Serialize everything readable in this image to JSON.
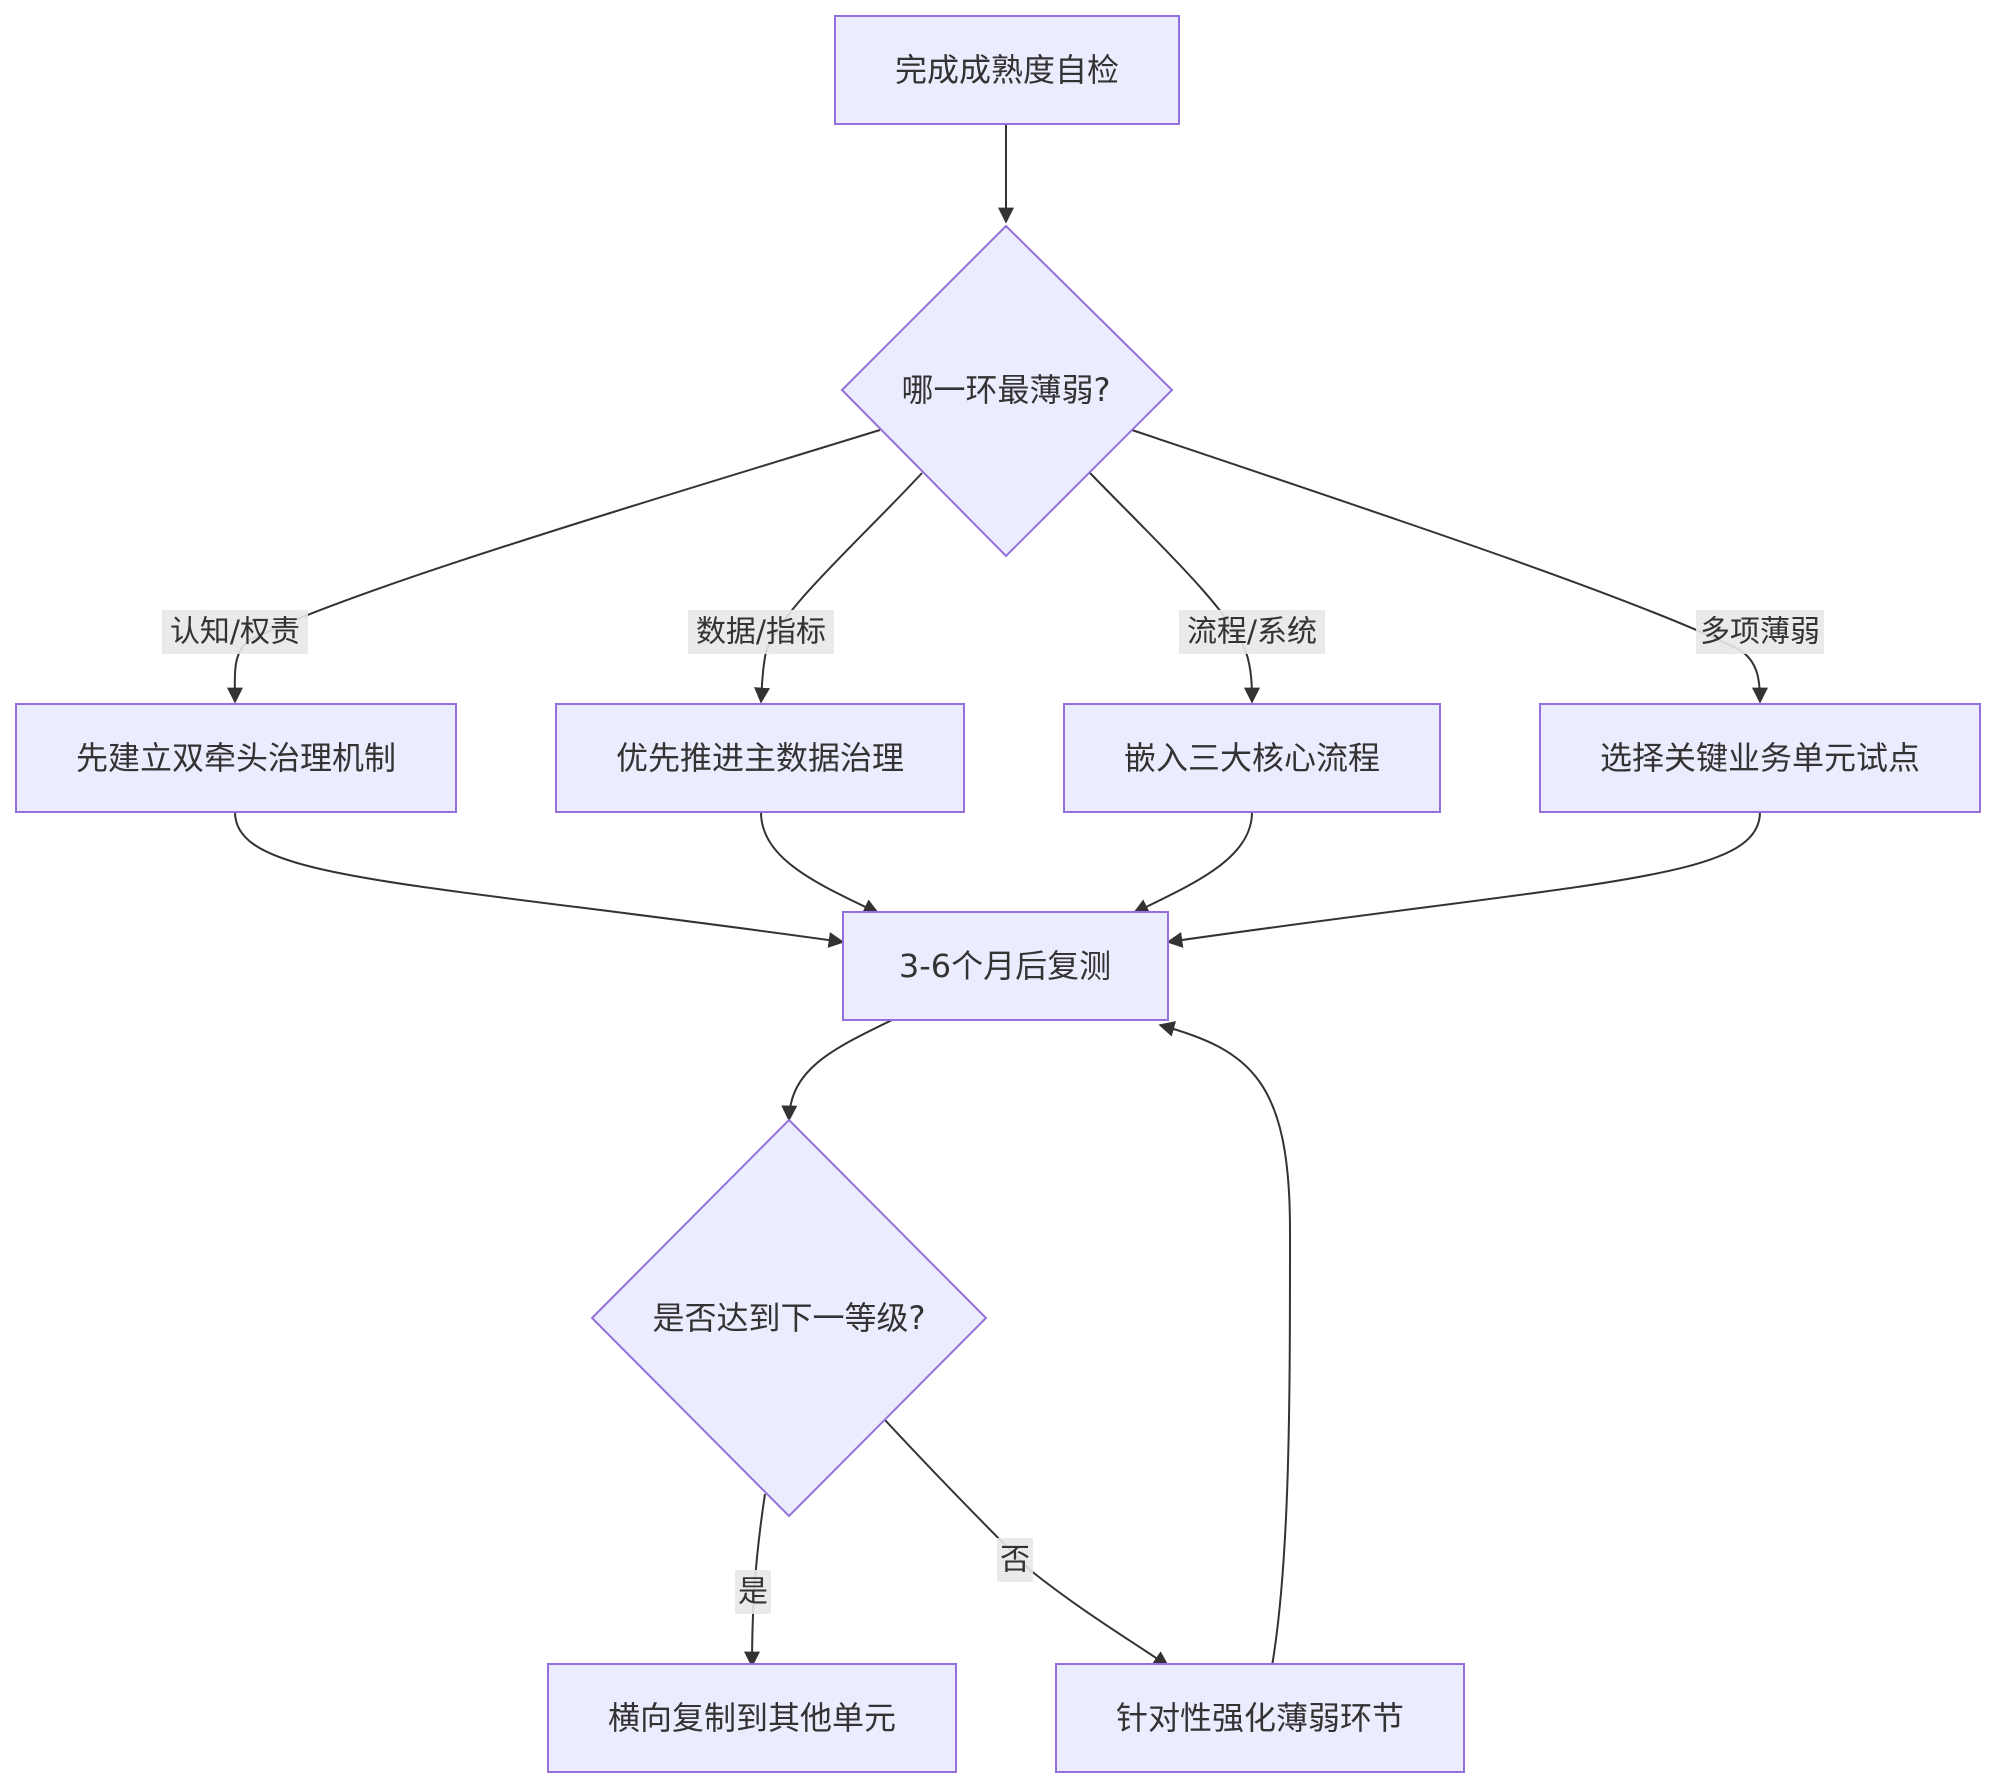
{
  "colors": {
    "node_fill": "#ECECFF",
    "node_stroke": "#9370DB",
    "edge": "#333333",
    "text": "#333333",
    "label_bg": "#e8e8e8"
  },
  "nodes": {
    "start": {
      "label": "完成成熟度自检"
    },
    "weakest": {
      "label": "哪一环最薄弱?"
    },
    "governance": {
      "label": "先建立双牵头治理机制"
    },
    "masterdata": {
      "label": "优先推进主数据治理"
    },
    "process": {
      "label": "嵌入三大核心流程"
    },
    "pilot": {
      "label": "选择关键业务单元试点"
    },
    "retest": {
      "label": "3-6个月后复测"
    },
    "nextlevel": {
      "label": "是否达到下一等级?"
    },
    "replicate": {
      "label": "横向复制到其他单元"
    },
    "strengthen": {
      "label": "针对性强化薄弱环节"
    }
  },
  "edge_labels": {
    "cognition": "认知/权责",
    "data": "数据/指标",
    "flow": "流程/系统",
    "multi": "多项薄弱",
    "yes": "是",
    "no": "否"
  }
}
